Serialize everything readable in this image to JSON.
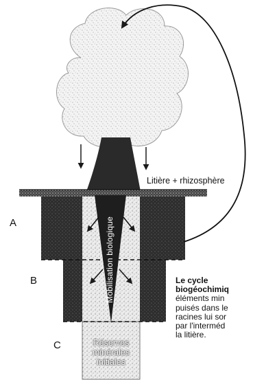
{
  "horizons": {
    "a": "A",
    "b": "B",
    "c": "C"
  },
  "litter_label": "Litière + rhizosphère",
  "arrow_label": "Mobilisation biologique",
  "reserves": {
    "line1": "Réserves",
    "line2": "minérales",
    "line3": "initiales"
  },
  "caption": {
    "title_line1": "Le cycle",
    "title_line2": "biogéochimiq",
    "body_line1": "éléments min",
    "body_line2": "puisés dans le",
    "body_line3": "racines lui sor",
    "body_line4": "par l'interméd",
    "body_line5": "la litière."
  },
  "colors": {
    "ink": "#1a1a1a",
    "soil_dark": "#2e2e2e",
    "soil_light": "#d9d9d9",
    "paper": "#ffffff"
  }
}
